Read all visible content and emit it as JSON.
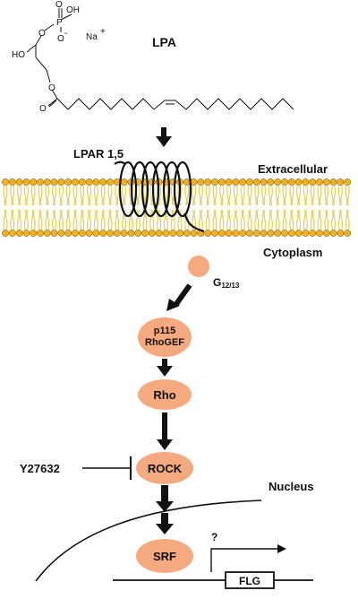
{
  "colors": {
    "node_fill": "#F4A97E",
    "lipid_head": "#F2B01E",
    "lipid_tail": "#E6CF55",
    "ink": "#111111"
  },
  "molecule": {
    "name": "LPA",
    "atoms": {
      "oh_phos": "OH",
      "o_double": "O",
      "p": "P",
      "o_minus": "O",
      "minus": "-",
      "na": "Na",
      "plus": "+",
      "o_link": "O",
      "ho": "HO",
      "o_ester": "O",
      "o_carbonyl": "O"
    }
  },
  "labels": {
    "receptor": "LPAR 1,5",
    "extracellular": "Extracellular",
    "cytoplasm": "Cytoplasm",
    "g_protein": "G",
    "g_sub": "12/13",
    "inhibitor": "Y27632",
    "nucleus": "Nucleus",
    "unknown": "?",
    "gene": "FLG"
  },
  "nodes": {
    "p115_line1": "p115",
    "p115_line2": "RhoGEF",
    "rho": "Rho",
    "rock": "ROCK",
    "srf": "SRF"
  },
  "icons": {
    "activation_arrow": "thick-down-arrow",
    "inhibition": "t-bar",
    "transcription": "bent-arrow"
  }
}
